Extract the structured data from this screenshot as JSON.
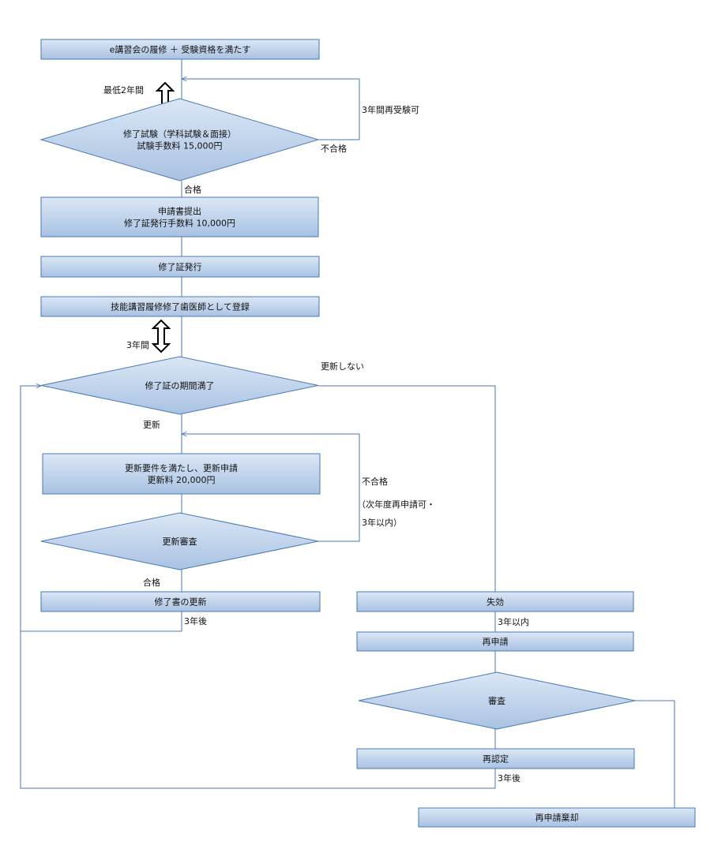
{
  "nodes": {
    "n1": [
      "e講習会の履修 ＋ 受験資格を満たす"
    ],
    "n2": [
      "修了試験（学科試験＆面接）",
      "試験手数料 15,000円"
    ],
    "n3": [
      "申請書提出",
      "修了証発行手数料 10,000円"
    ],
    "n4": [
      "修了証発行"
    ],
    "n5": [
      "技能講習履修修了歯医師として登録"
    ],
    "n6": [
      "修了証の期間満了"
    ],
    "n7": [
      "更新要件を満たし、更新申請",
      "更新料 20,000円"
    ],
    "n8": [
      "更新審査"
    ],
    "n9": [
      "修了書の更新"
    ],
    "n10": [
      "失効"
    ],
    "n11": [
      "再申請"
    ],
    "n12": [
      "審査"
    ],
    "n13": [
      "再認定"
    ],
    "n14": [
      "再申請棄却"
    ]
  },
  "labels": {
    "min2": "最低2年間",
    "retake3": "3年間再受験可",
    "fail1": "不合格",
    "pass1": "合格",
    "years3": "3年間",
    "noRenew": "更新しない",
    "renew": "更新",
    "fail2": "不合格",
    "fail2b": "（次年度再申請可・",
    "fail2c": "3年以内）",
    "pass2": "合格",
    "after3a": "3年後",
    "within3": "3年以内",
    "after3b": "3年後"
  },
  "colors": {
    "fill_top": "#dbe7f6",
    "fill_bottom": "#a9c2e2",
    "stroke": "#4a7ab0",
    "arrow": "#000000"
  }
}
